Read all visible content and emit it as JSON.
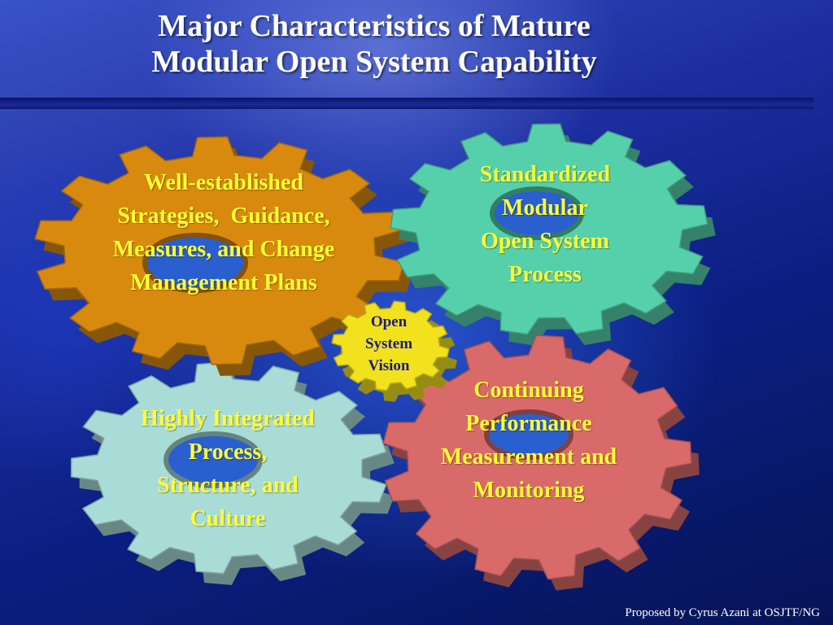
{
  "slide": {
    "title_lines": [
      "Major Characteristics of Mature",
      "Modular Open System Capability"
    ],
    "footer": "Proposed by Cyrus Azani at OSJTF/NG"
  },
  "gears": {
    "strategies": {
      "lines": [
        "Well-established",
        "Strategies,  Guidance,",
        "Measures, and Change",
        "Management Plans"
      ],
      "color": "#d88a0e"
    },
    "standardized": {
      "lines": [
        "Standardized",
        "Modular",
        "Open System",
        "Process"
      ],
      "color": "#55d0aa"
    },
    "vision": {
      "lines": [
        "Open",
        "System",
        "Vision"
      ],
      "color": "#f2e21e"
    },
    "performance": {
      "lines": [
        "Continuing",
        "Performance",
        "Measurement and",
        "Monitoring"
      ],
      "color": "#d96a6a"
    },
    "integrated": {
      "lines": [
        "Highly Integrated",
        "Process,",
        "Structure, and",
        "Culture"
      ],
      "color": "#a9dcd6"
    }
  },
  "colors": {
    "label_text": "#ffff33",
    "vision_text": "#1a1a8c",
    "title_text": "#ffffff"
  }
}
